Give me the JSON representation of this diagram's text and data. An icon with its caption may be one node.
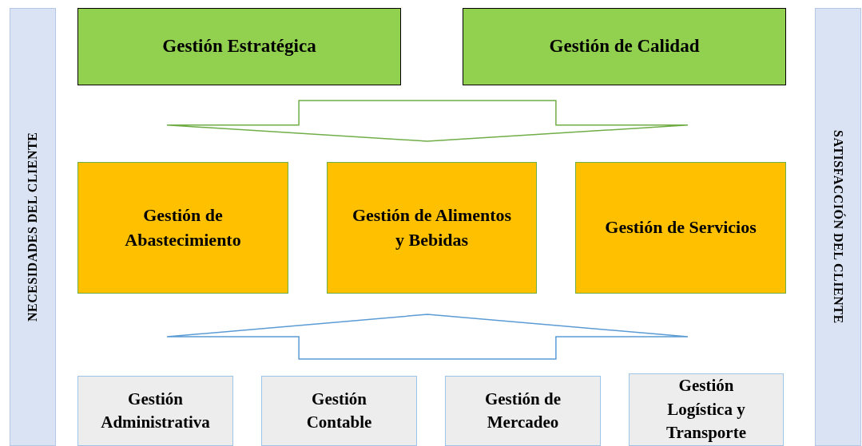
{
  "diagram": {
    "nodes": [
      {
        "text": [
          "NECESIDADES DEL CLIENTE"
        ]
      },
      {
        "text": [
          "Gestión Estratégica"
        ]
      },
      {
        "text": [
          "Gestión de Calidad"
        ]
      },
      {
        "text": [],
        "shape": "arrow"
      },
      {
        "text": [
          "Gestión de Abastecimiento"
        ]
      },
      {
        "text": [
          "Gestión de Alimentos y Bebidas"
        ]
      },
      {
        "text": [
          "Gestión de Servicios"
        ]
      },
      {
        "text": [],
        "shape": "arrow"
      },
      {
        "text": [
          "Gestión Administrativa"
        ]
      },
      {
        "text": [
          "Gestión Contable"
        ]
      },
      {
        "text": [
          "Gestión de Mercadeo"
        ]
      },
      {
        "text": [
          "Gestión Logística y Transporte"
        ]
      },
      {
        "text": [
          "SATISFACCIÓN DEL CLIENTE"
        ]
      }
    ]
  }
}
